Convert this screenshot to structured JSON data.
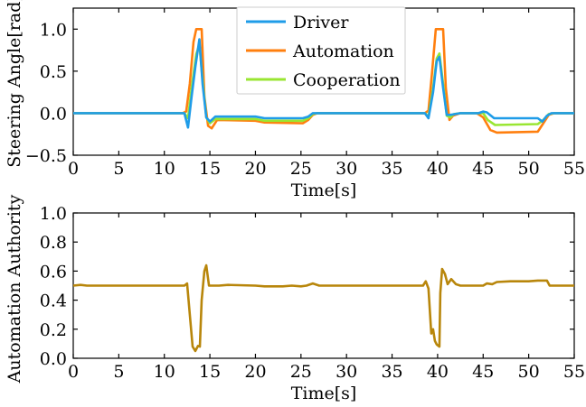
{
  "chart_data": [
    {
      "type": "line",
      "xlabel": "Time[s]",
      "ylabel": "Steering Angle[rad]",
      "xlim": [
        0,
        55
      ],
      "ylim": [
        -0.5,
        1.25
      ],
      "xticks": [
        0,
        5,
        10,
        15,
        20,
        25,
        30,
        35,
        40,
        45,
        50,
        55
      ],
      "xtick_labels": [
        "0",
        "5",
        "10",
        "15",
        "20",
        "25",
        "30",
        "35",
        "40",
        "45",
        "50",
        "55"
      ],
      "yticks": [
        -0.5,
        0.0,
        0.5,
        1.0
      ],
      "ytick_labels": [
        "−0.5",
        "0.0",
        "0.5",
        "1.0"
      ],
      "grid": false,
      "legend": "top-center",
      "series": [
        {
          "name": "Automation",
          "color": "#ff7f0e",
          "points": [
            [
              0,
              0
            ],
            [
              12.0,
              0
            ],
            [
              12.4,
              0.02
            ],
            [
              12.8,
              0.35
            ],
            [
              13.2,
              0.85
            ],
            [
              13.5,
              1.0
            ],
            [
              14.1,
              1.0
            ],
            [
              14.4,
              0.2
            ],
            [
              14.8,
              -0.15
            ],
            [
              15.2,
              -0.18
            ],
            [
              15.8,
              -0.08
            ],
            [
              20.0,
              -0.09
            ],
            [
              21.0,
              -0.11
            ],
            [
              25.2,
              -0.12
            ],
            [
              25.8,
              -0.08
            ],
            [
              26.3,
              -0.02
            ],
            [
              26.8,
              0
            ],
            [
              38.6,
              0
            ],
            [
              39.0,
              0.03
            ],
            [
              39.4,
              0.5
            ],
            [
              39.8,
              1.0
            ],
            [
              40.6,
              1.0
            ],
            [
              40.9,
              0.3
            ],
            [
              41.3,
              -0.08
            ],
            [
              41.7,
              -0.03
            ],
            [
              42.5,
              0
            ],
            [
              44.3,
              0
            ],
            [
              45.0,
              -0.05
            ],
            [
              45.8,
              -0.2
            ],
            [
              46.5,
              -0.23
            ],
            [
              51.0,
              -0.22
            ],
            [
              51.6,
              -0.12
            ],
            [
              52.2,
              -0.02
            ],
            [
              52.8,
              0
            ],
            [
              55,
              0
            ]
          ]
        },
        {
          "name": "Cooperation",
          "color": "#99e632",
          "points": [
            [
              0,
              0
            ],
            [
              12.2,
              0
            ],
            [
              12.6,
              -0.06
            ],
            [
              13.0,
              0.3
            ],
            [
              13.5,
              0.7
            ],
            [
              13.85,
              0.82
            ],
            [
              14.2,
              0.4
            ],
            [
              14.6,
              -0.05
            ],
            [
              15.0,
              -0.12
            ],
            [
              15.6,
              -0.07
            ],
            [
              20.0,
              -0.07
            ],
            [
              21.0,
              -0.09
            ],
            [
              25.2,
              -0.09
            ],
            [
              25.8,
              -0.06
            ],
            [
              26.3,
              -0.01
            ],
            [
              26.8,
              0
            ],
            [
              38.6,
              0
            ],
            [
              39.0,
              -0.04
            ],
            [
              39.5,
              0.3
            ],
            [
              39.9,
              0.65
            ],
            [
              40.2,
              0.71
            ],
            [
              40.6,
              0.35
            ],
            [
              41.0,
              -0.03
            ],
            [
              41.4,
              -0.05
            ],
            [
              41.8,
              -0.01
            ],
            [
              42.5,
              0
            ],
            [
              44.4,
              0
            ],
            [
              45.0,
              0
            ],
            [
              45.5,
              -0.08
            ],
            [
              46.3,
              -0.14
            ],
            [
              51.0,
              -0.13
            ],
            [
              51.6,
              -0.08
            ],
            [
              52.2,
              -0.01
            ],
            [
              52.8,
              0
            ],
            [
              55,
              0
            ]
          ]
        },
        {
          "name": "Driver",
          "color": "#1f9ce8",
          "points": [
            [
              0,
              0
            ],
            [
              12.2,
              0
            ],
            [
              12.6,
              -0.17
            ],
            [
              13.0,
              0.2
            ],
            [
              13.4,
              0.55
            ],
            [
              13.85,
              0.88
            ],
            [
              14.2,
              0.35
            ],
            [
              14.6,
              -0.05
            ],
            [
              15.0,
              -0.1
            ],
            [
              15.6,
              -0.04
            ],
            [
              20.0,
              -0.04
            ],
            [
              21.0,
              -0.06
            ],
            [
              25.2,
              -0.06
            ],
            [
              25.8,
              -0.04
            ],
            [
              26.3,
              0
            ],
            [
              38.6,
              0
            ],
            [
              39.0,
              -0.06
            ],
            [
              39.5,
              0.25
            ],
            [
              39.9,
              0.62
            ],
            [
              40.2,
              0.67
            ],
            [
              40.6,
              0.3
            ],
            [
              41.0,
              -0.02
            ],
            [
              41.4,
              -0.02
            ],
            [
              42.5,
              0
            ],
            [
              44.5,
              0
            ],
            [
              45.0,
              0.02
            ],
            [
              45.4,
              0.01
            ],
            [
              46.2,
              -0.06
            ],
            [
              51.0,
              -0.06
            ],
            [
              51.5,
              -0.1
            ],
            [
              52.0,
              -0.03
            ],
            [
              52.5,
              0
            ],
            [
              55,
              0
            ]
          ]
        }
      ]
    },
    {
      "type": "line",
      "xlabel": "Time[s]",
      "ylabel": "Automation Authority",
      "xlim": [
        0,
        55
      ],
      "ylim": [
        0,
        1.0
      ],
      "xticks": [
        0,
        5,
        10,
        15,
        20,
        25,
        30,
        35,
        40,
        45,
        50,
        55
      ],
      "xtick_labels": [
        "0",
        "5",
        "10",
        "15",
        "20",
        "25",
        "30",
        "35",
        "40",
        "45",
        "50",
        "55"
      ],
      "yticks": [
        0.0,
        0.2,
        0.4,
        0.6,
        0.8,
        1.0
      ],
      "ytick_labels": [
        "0.0",
        "0.2",
        "0.4",
        "0.6",
        "0.8",
        "1.0"
      ],
      "grid": false,
      "series": [
        {
          "color": "#b8860b",
          "points": [
            [
              0,
              0.5
            ],
            [
              0.8,
              0.505
            ],
            [
              1.5,
              0.5
            ],
            [
              12.2,
              0.5
            ],
            [
              12.5,
              0.515
            ],
            [
              12.8,
              0.3
            ],
            [
              13.1,
              0.08
            ],
            [
              13.4,
              0.05
            ],
            [
              13.7,
              0.085
            ],
            [
              13.9,
              0.08
            ],
            [
              14.1,
              0.4
            ],
            [
              14.4,
              0.6
            ],
            [
              14.6,
              0.64
            ],
            [
              14.9,
              0.5
            ],
            [
              16,
              0.5
            ],
            [
              17,
              0.505
            ],
            [
              20,
              0.5
            ],
            [
              21,
              0.495
            ],
            [
              23,
              0.495
            ],
            [
              24,
              0.5
            ],
            [
              25,
              0.495
            ],
            [
              25.6,
              0.5
            ],
            [
              26.3,
              0.515
            ],
            [
              27,
              0.5
            ],
            [
              38.4,
              0.5
            ],
            [
              38.7,
              0.53
            ],
            [
              39.0,
              0.48
            ],
            [
              39.3,
              0.17
            ],
            [
              39.5,
              0.2
            ],
            [
              39.7,
              0.12
            ],
            [
              39.9,
              0.095
            ],
            [
              40.2,
              0.08
            ],
            [
              40.3,
              0.45
            ],
            [
              40.5,
              0.615
            ],
            [
              40.8,
              0.58
            ],
            [
              41.1,
              0.51
            ],
            [
              41.5,
              0.545
            ],
            [
              42.0,
              0.51
            ],
            [
              42.5,
              0.5
            ],
            [
              45.0,
              0.5
            ],
            [
              45.4,
              0.515
            ],
            [
              46.0,
              0.51
            ],
            [
              46.5,
              0.525
            ],
            [
              48.0,
              0.53
            ],
            [
              50,
              0.53
            ],
            [
              51.0,
              0.535
            ],
            [
              52.0,
              0.535
            ],
            [
              52.3,
              0.5
            ],
            [
              55,
              0.5
            ]
          ]
        }
      ]
    }
  ]
}
